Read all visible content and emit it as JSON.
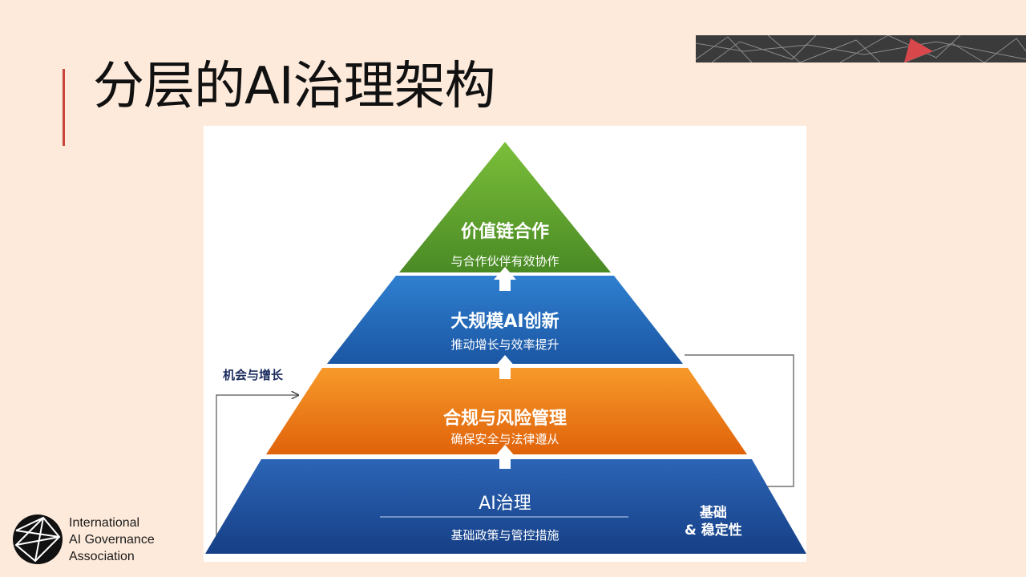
{
  "slide": {
    "title": "分层的AI治理架构"
  },
  "pyramid": {
    "layers": [
      {
        "title": "价值链合作",
        "subtitle": "与合作伙伴有效协作",
        "color": "#5c9a2e"
      },
      {
        "title": "大规模AI创新",
        "subtitle": "推动增长与效率提升",
        "color": "#1f63b4"
      },
      {
        "title": "合规与风险管理",
        "subtitle": "确保安全与法律遵从",
        "color": "#ee7a12"
      },
      {
        "title": "AI治理",
        "subtitle": "基础政策与管控措施",
        "color": "#1f4f9e"
      }
    ],
    "left_label": "机会与增长",
    "right_label_line1": "基础",
    "right_label_line2": "& 稳定性"
  },
  "logo": {
    "line1": "International",
    "line2": "AI Governance",
    "line3": "Association"
  },
  "colors": {
    "background": "#fdeadb",
    "accent": "#c8463e",
    "banner": "#3b3b3b",
    "label_navy": "#1b2c5e"
  }
}
